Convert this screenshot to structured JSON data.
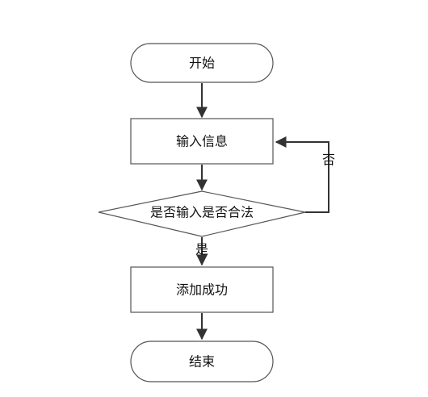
{
  "flowchart": {
    "nodes": {
      "start": {
        "label": "开始"
      },
      "input": {
        "label": "输入信息"
      },
      "decision": {
        "label": "是否输入是否合法"
      },
      "add": {
        "label": "添加成功"
      },
      "end": {
        "label": "结束"
      }
    },
    "edges": {
      "no_label": "否",
      "yes_label": "是"
    },
    "colors": {
      "stroke": "#555555",
      "connector": "#333333",
      "text": "#111111",
      "background": "#ffffff"
    }
  }
}
